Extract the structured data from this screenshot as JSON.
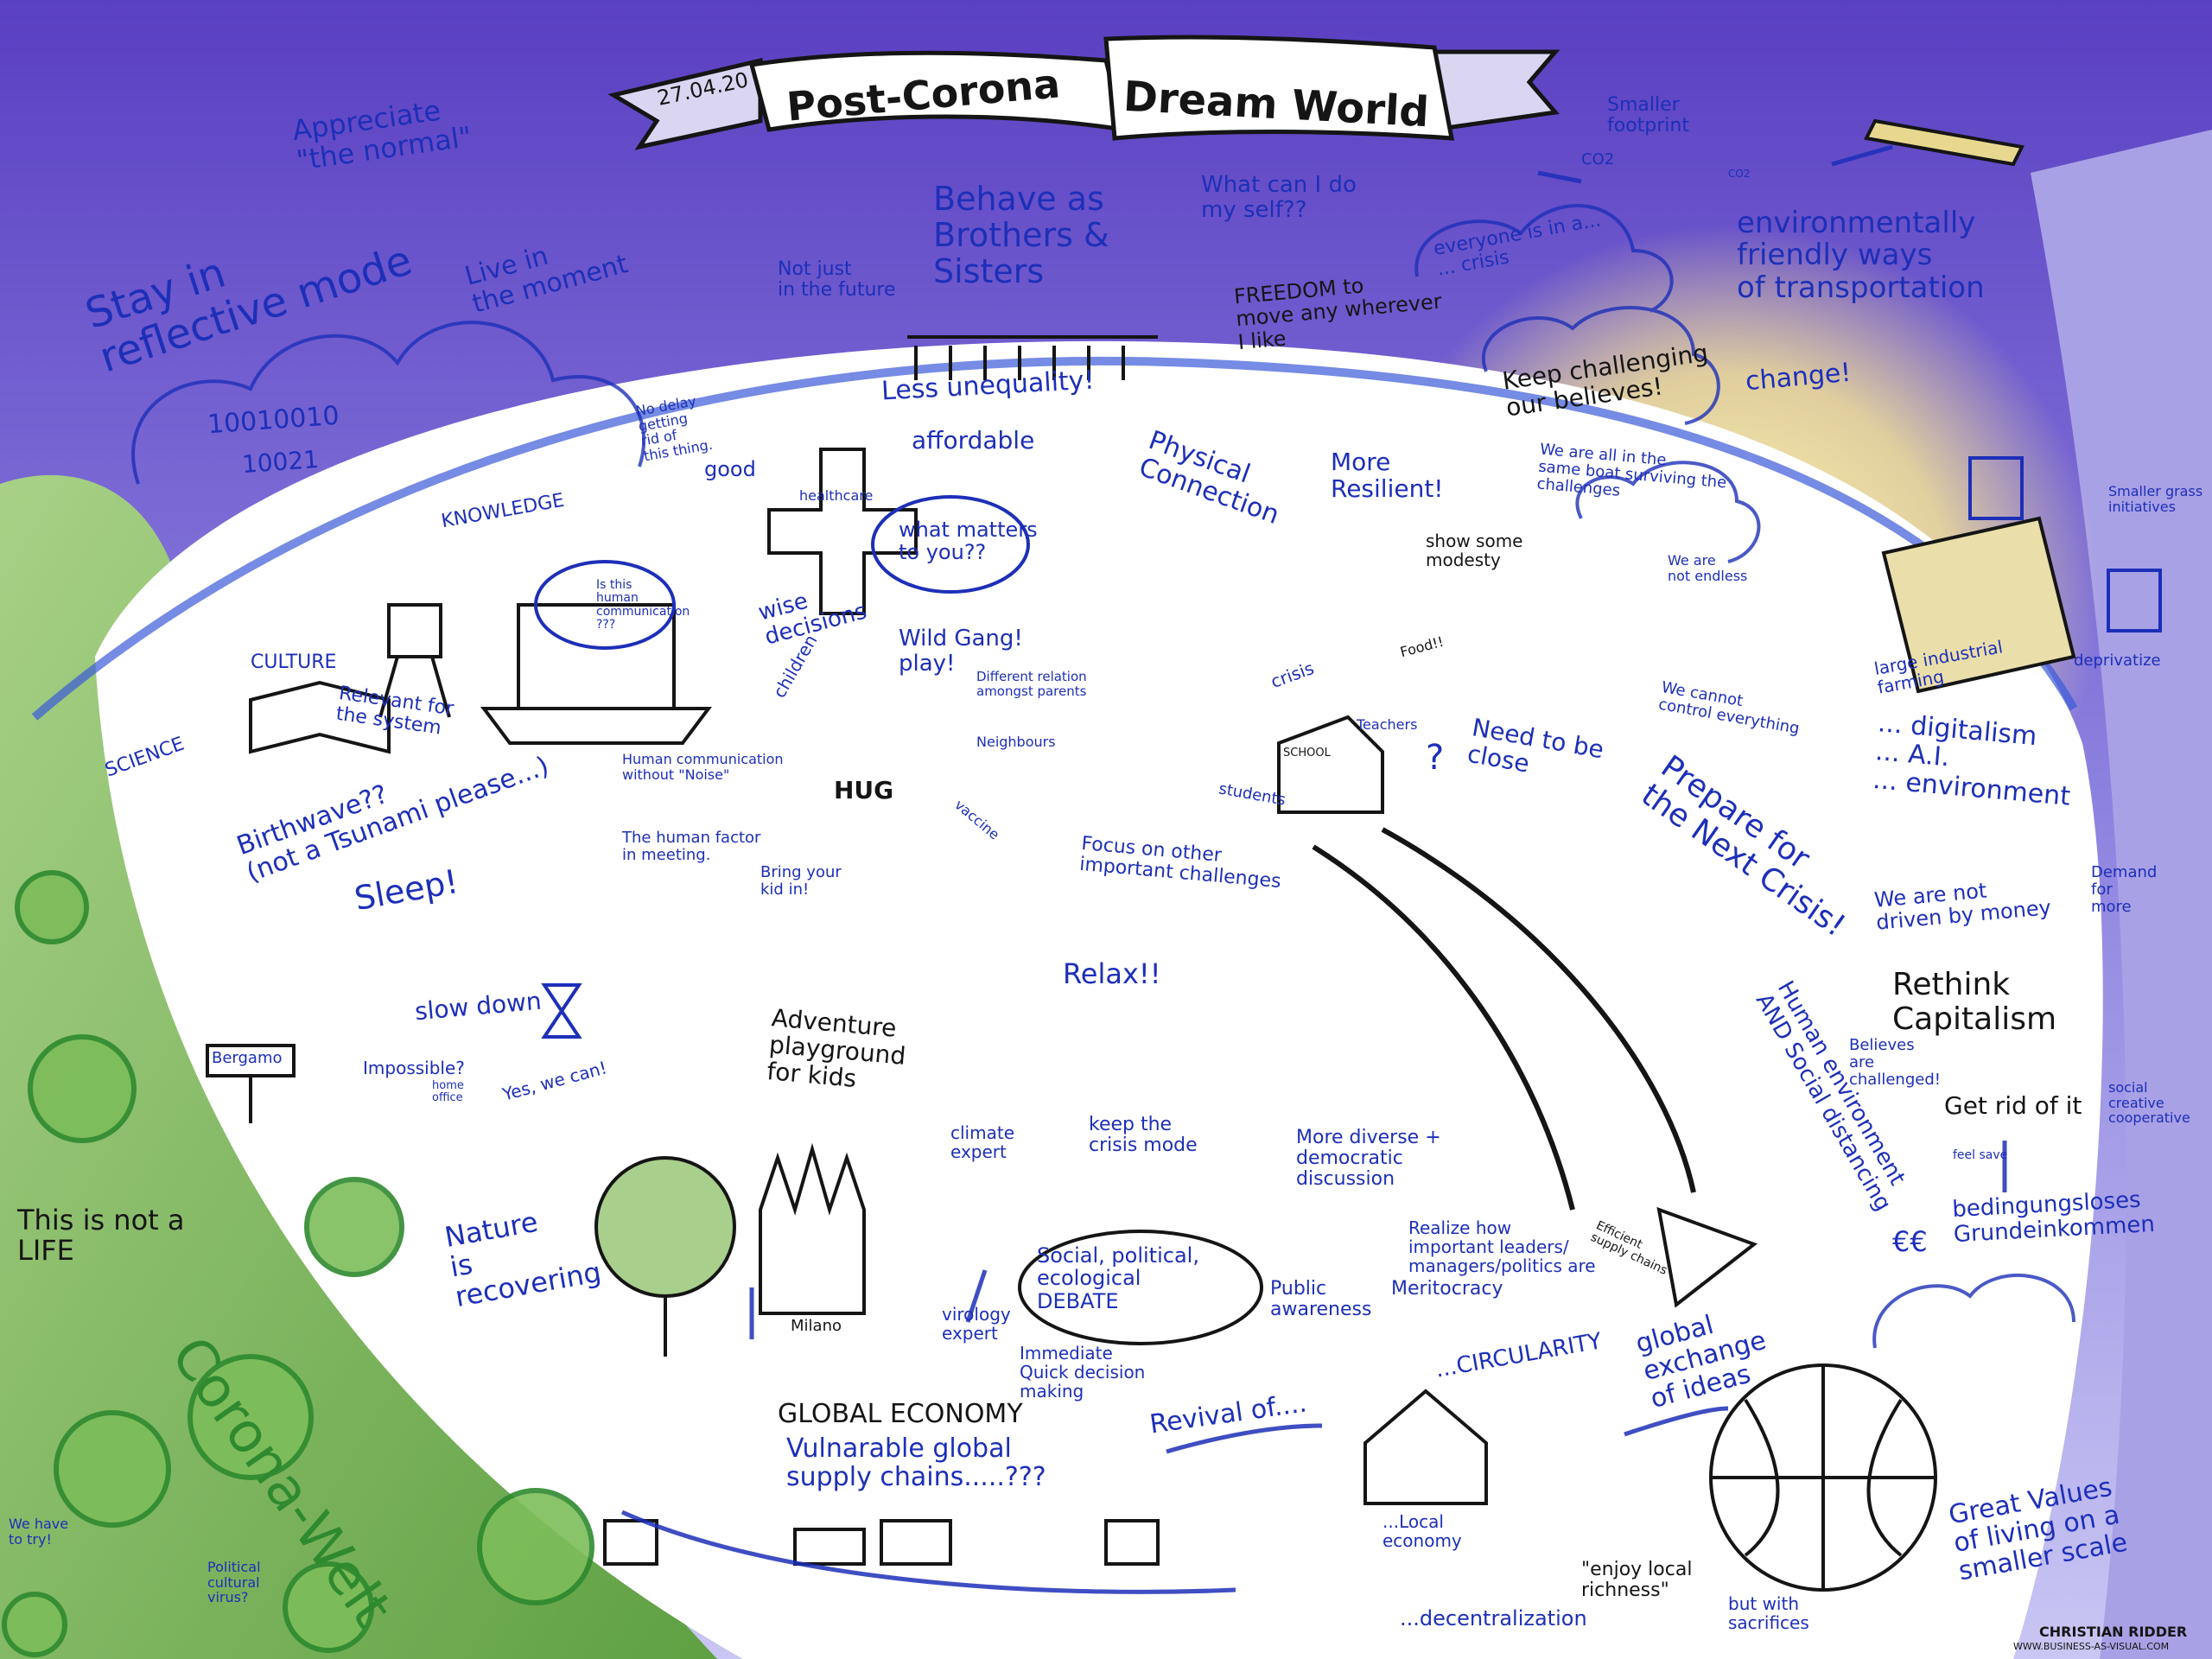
{
  "title": {
    "date": "27.04.20",
    "line1": "Post-Corona",
    "line2": "Dream World"
  },
  "credit": {
    "name": "CHRISTIAN RIDDER",
    "url": "WWW.BUSINESS-AS-VISUAL.COM"
  },
  "labels": {
    "appreciate": "Appreciate\n\"the normal\"",
    "stay_reflective": "Stay in\nreflective mode",
    "live_moment": "Live in\nthe moment",
    "not_future": "Not just\nin the future",
    "behave": "Behave as\nBrothers &\nSisters",
    "less_unequality": "Less unequality!",
    "what_can_i": "What can I do\nmy self??",
    "freedom": "FREEDOM to\nmove any wherever\nI like",
    "everyone_crisis": "everyone is in a...\n... crisis",
    "keep_challenging": "Keep challenging\nour believes!",
    "change": "change!",
    "smaller_footprint": "Smaller\nfootprint",
    "co2_big": "CO2",
    "co2_small": "CO2",
    "env_transport": "environmentally\nfriendly ways\nof transportation",
    "binary1": "10010010",
    "binary2": "10021",
    "no_delay": "No delay\ngetting\nrid of\nthis thing.",
    "knowledge": "KNOWLEDGE",
    "good": "good",
    "healthcare": "healthcare",
    "affordable": "affordable",
    "what_matters": "what matters\nto you??",
    "wise_decisions": "wise\ndecisions",
    "physical_connection": "Physical\nConnection",
    "more_resilient": "More\nResilient!",
    "show_modesty": "show some\nmodesty",
    "same_boat": "We are all in the\nsame boat surviving the\nchallenges",
    "not_endless": "We are\nnot endless",
    "food": "Food!!",
    "smaller_grass": "Smaller grass\ninitiatives",
    "large_farming": "large industrial\nfarming",
    "deprivatize": "deprivatize",
    "cannot_control": "We cannot\ncontrol everything",
    "culture": "CULTURE",
    "relevant_system": "Relevant for\nthe system",
    "science": "SCIENCE",
    "human_communication_q": "Is this\nhuman\ncommunication\n???",
    "human_no_noise": "Human communication\nwithout \"Noise\"",
    "children": "children",
    "wild_gang": "Wild Gang!\nplay!",
    "different_relation": "Different relation\namongst parents",
    "neighbours": "Neighbours",
    "crisis_label": "crisis",
    "teachers": "Teachers",
    "students": "students",
    "school": "SCHOOL",
    "need_close": "Need to be\nclose",
    "question_mark": "?",
    "digitalism": "... digitalism\n... A.I.\n... environment",
    "birthwave": "Birthwave??\n(not a Tsunami please...)",
    "sleep": "Sleep!",
    "human_factor": "The human factor\nin meeting.",
    "bring_kid": "Bring your\nkid in!",
    "hug": "HUG",
    "vaccine": "vaccine",
    "focus_challenges": "Focus on other\nimportant challenges",
    "prepare_crisis": "Prepare for\nthe Next Crisis!",
    "not_money": "We are not\ndriven by money",
    "demand_more": "Demand\nfor\nmore",
    "rethink": "Rethink\nCapitalism",
    "slow_down": "slow down",
    "relax": "Relax!!",
    "human_env": "Human environment\nAND Social distancing",
    "beliefs_challenged": "Believes\nare\nchallenged!",
    "get_rid": "Get rid of it",
    "social_creative": "social\ncreative\ncooperative",
    "feel_save": "feel save",
    "impossible": "Impossible?",
    "home_office": "home\noffice",
    "yes_we_can": "Yes, we can!",
    "adventure": "Adventure\nplayground\nfor kids",
    "bergamo": "Bergamo",
    "climate_expert": "climate\nexpert",
    "keep_crisis": "keep the\ncrisis mode",
    "more_diverse": "More diverse +\ndemocratic\ndiscussion",
    "grundeinkommen": "bedingungsloses\nGrundeinkommen",
    "euro": "€€",
    "not_a_life": "This is not a\nLIFE",
    "nature": "Nature\nis\nrecovering",
    "debate": "Social, political,\necological\nDEBATE",
    "realize_leaders": "Realize how\nimportant leaders/\nmanagers/politics are",
    "meritocracy": "Meritocracy",
    "public_awareness": "Public\nawareness",
    "milano": "Milano",
    "efficient_supply": "Efficient\nsupply chains",
    "virology": "virology\nexpert",
    "immediate": "Immediate\nQuick decision\nmaking",
    "global_exchange": "global\nexchange\nof ideas",
    "corona_welt": "Corona-Welt",
    "global_economy": "GLOBAL ECONOMY",
    "vulnerable": "Vulnarable global\nsupply chains.....???",
    "revival": "Revival of....",
    "circularity": "...CIRCULARITY",
    "local_economy": "...Local\neconomy",
    "we_have_try": "We have\nto try!",
    "political_virus": "Political\ncultural\nvirus?",
    "enjoy_local": "\"enjoy local\nrichness\"",
    "decentralization": "...decentralization",
    "sacrifices": "but with\nsacrifices",
    "great_values": "Great Values\nof living on a\nsmaller scale"
  }
}
